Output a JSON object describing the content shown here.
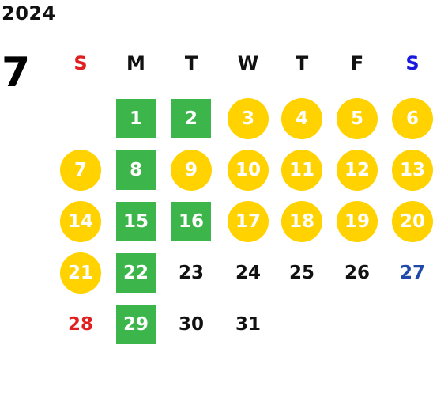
{
  "header": {
    "year": "2024",
    "month": "7"
  },
  "colors": {
    "text_default": "#111111",
    "sunday": "#e02020",
    "saturday_header": "#1a1adc",
    "saturday_date": "#1f4aa8",
    "green_marker": "#3cb54a",
    "yellow_marker": "#ffd200",
    "marker_text": "#ffffff"
  },
  "weekdays": [
    {
      "label": "S",
      "kind": "sun"
    },
    {
      "label": "M",
      "kind": "weekday"
    },
    {
      "label": "T",
      "kind": "weekday"
    },
    {
      "label": "W",
      "kind": "weekday"
    },
    {
      "label": "T",
      "kind": "weekday"
    },
    {
      "label": "F",
      "kind": "weekday"
    },
    {
      "label": "S",
      "kind": "sat"
    }
  ],
  "weeks": [
    [
      null,
      {
        "day": "1",
        "marker": "green-square"
      },
      {
        "day": "2",
        "marker": "green-square"
      },
      {
        "day": "3",
        "marker": "yellow-circle"
      },
      {
        "day": "4",
        "marker": "yellow-circle"
      },
      {
        "day": "5",
        "marker": "yellow-circle"
      },
      {
        "day": "6",
        "marker": "yellow-circle"
      }
    ],
    [
      {
        "day": "7",
        "marker": "yellow-circle"
      },
      {
        "day": "8",
        "marker": "green-square"
      },
      {
        "day": "9",
        "marker": "yellow-circle"
      },
      {
        "day": "10",
        "marker": "yellow-circle"
      },
      {
        "day": "11",
        "marker": "yellow-circle"
      },
      {
        "day": "12",
        "marker": "yellow-circle"
      },
      {
        "day": "13",
        "marker": "yellow-circle"
      }
    ],
    [
      {
        "day": "14",
        "marker": "yellow-circle"
      },
      {
        "day": "15",
        "marker": "green-square"
      },
      {
        "day": "16",
        "marker": "green-square"
      },
      {
        "day": "17",
        "marker": "yellow-circle"
      },
      {
        "day": "18",
        "marker": "yellow-circle"
      },
      {
        "day": "19",
        "marker": "yellow-circle"
      },
      {
        "day": "20",
        "marker": "yellow-circle"
      }
    ],
    [
      {
        "day": "21",
        "marker": "yellow-circle"
      },
      {
        "day": "22",
        "marker": "green-square"
      },
      {
        "day": "23",
        "marker": "none"
      },
      {
        "day": "24",
        "marker": "none"
      },
      {
        "day": "25",
        "marker": "none"
      },
      {
        "day": "26",
        "marker": "none"
      },
      {
        "day": "27",
        "marker": "none"
      }
    ],
    [
      {
        "day": "28",
        "marker": "none"
      },
      {
        "day": "29",
        "marker": "green-square"
      },
      {
        "day": "30",
        "marker": "none"
      },
      {
        "day": "31",
        "marker": "none"
      },
      null,
      null,
      null
    ]
  ]
}
